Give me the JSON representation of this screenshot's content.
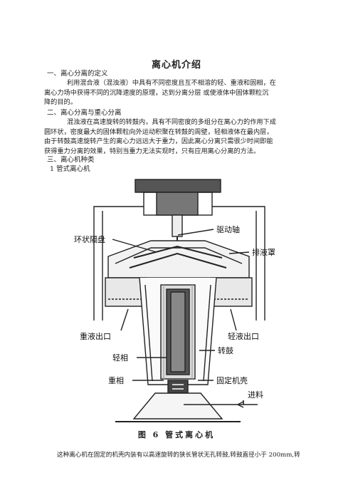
{
  "title": "离心机介绍",
  "sections": {
    "s1_heading": "一、离心分离的定义",
    "s1_lines": [
      "利用混合液（混浊液）中具有不同密度且互不相溶的轻、重液和固相，在",
      "离心力场中获得不同的沉降速度的原理，达到分离分层 或使液体中固体颗粒沉",
      "降的目的。"
    ],
    "s2_heading": "二、离心分离与重心分离",
    "s2_lines": [
      "混浊液在高速旋转的转鼓内，具有不同密度的多组分在离心力的作用下成",
      "圆环状，密度最大的固体颗粒向外运动积聚在转鼓的周壁，轻相液体在最内层，",
      "由于转鼓高速旋转产生的离心力远远大于重力，因此离心分离只需很少时间即能",
      "获得重力分离的效果，特别当重力无法实现时，只有应用离心分离的方法。"
    ],
    "s3_heading": "三、离心机种类",
    "s3_sub": "1 管式离心机"
  },
  "figure": {
    "labels": {
      "drive_shaft": "驱动轴",
      "ring_baffle": "环状隔盘",
      "discharge": "排液罩",
      "heavy_outlet": "重液出口",
      "light_outlet": "轻液出口",
      "light_phase": "轻相",
      "bowl": "转鼓",
      "heavy_phase": "重相",
      "fixed_casing": "固定机壳",
      "feed": "进料"
    },
    "caption": "图 6    管式离心机"
  },
  "last_line": "这种离心机在固定的机壳内装有以高速旋转的狭长管状无孔转鼓,转鼓直径小于 200mm,转"
}
